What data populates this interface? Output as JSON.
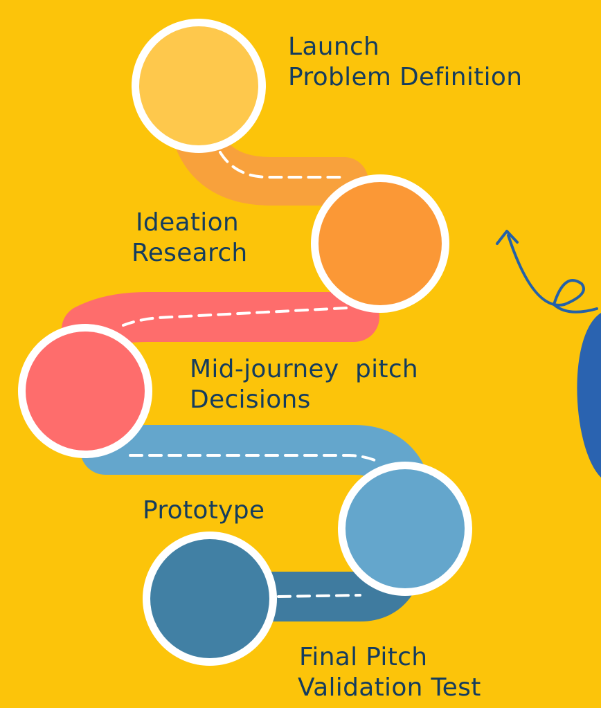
{
  "steps": [
    {
      "title": "Launch",
      "subtitle": "Problem Definition",
      "color": "#fec84c"
    },
    {
      "title": "Ideation",
      "subtitle": "Research",
      "color": "#fb9836"
    },
    {
      "title": "Mid-journey  pitch",
      "subtitle": "Decisions",
      "color": "#fe6d6c"
    },
    {
      "title": "Prototype",
      "subtitle": "",
      "color": "#64a6cc"
    },
    {
      "title": "Final Pitch",
      "subtitle": "Validation Test",
      "color": "#4180a4"
    }
  ],
  "colors": {
    "background": "#fcc40a",
    "text": "#143c5e",
    "ring": "#ffffff",
    "arrow": "#2461a8",
    "blob": "#2a63b0"
  }
}
